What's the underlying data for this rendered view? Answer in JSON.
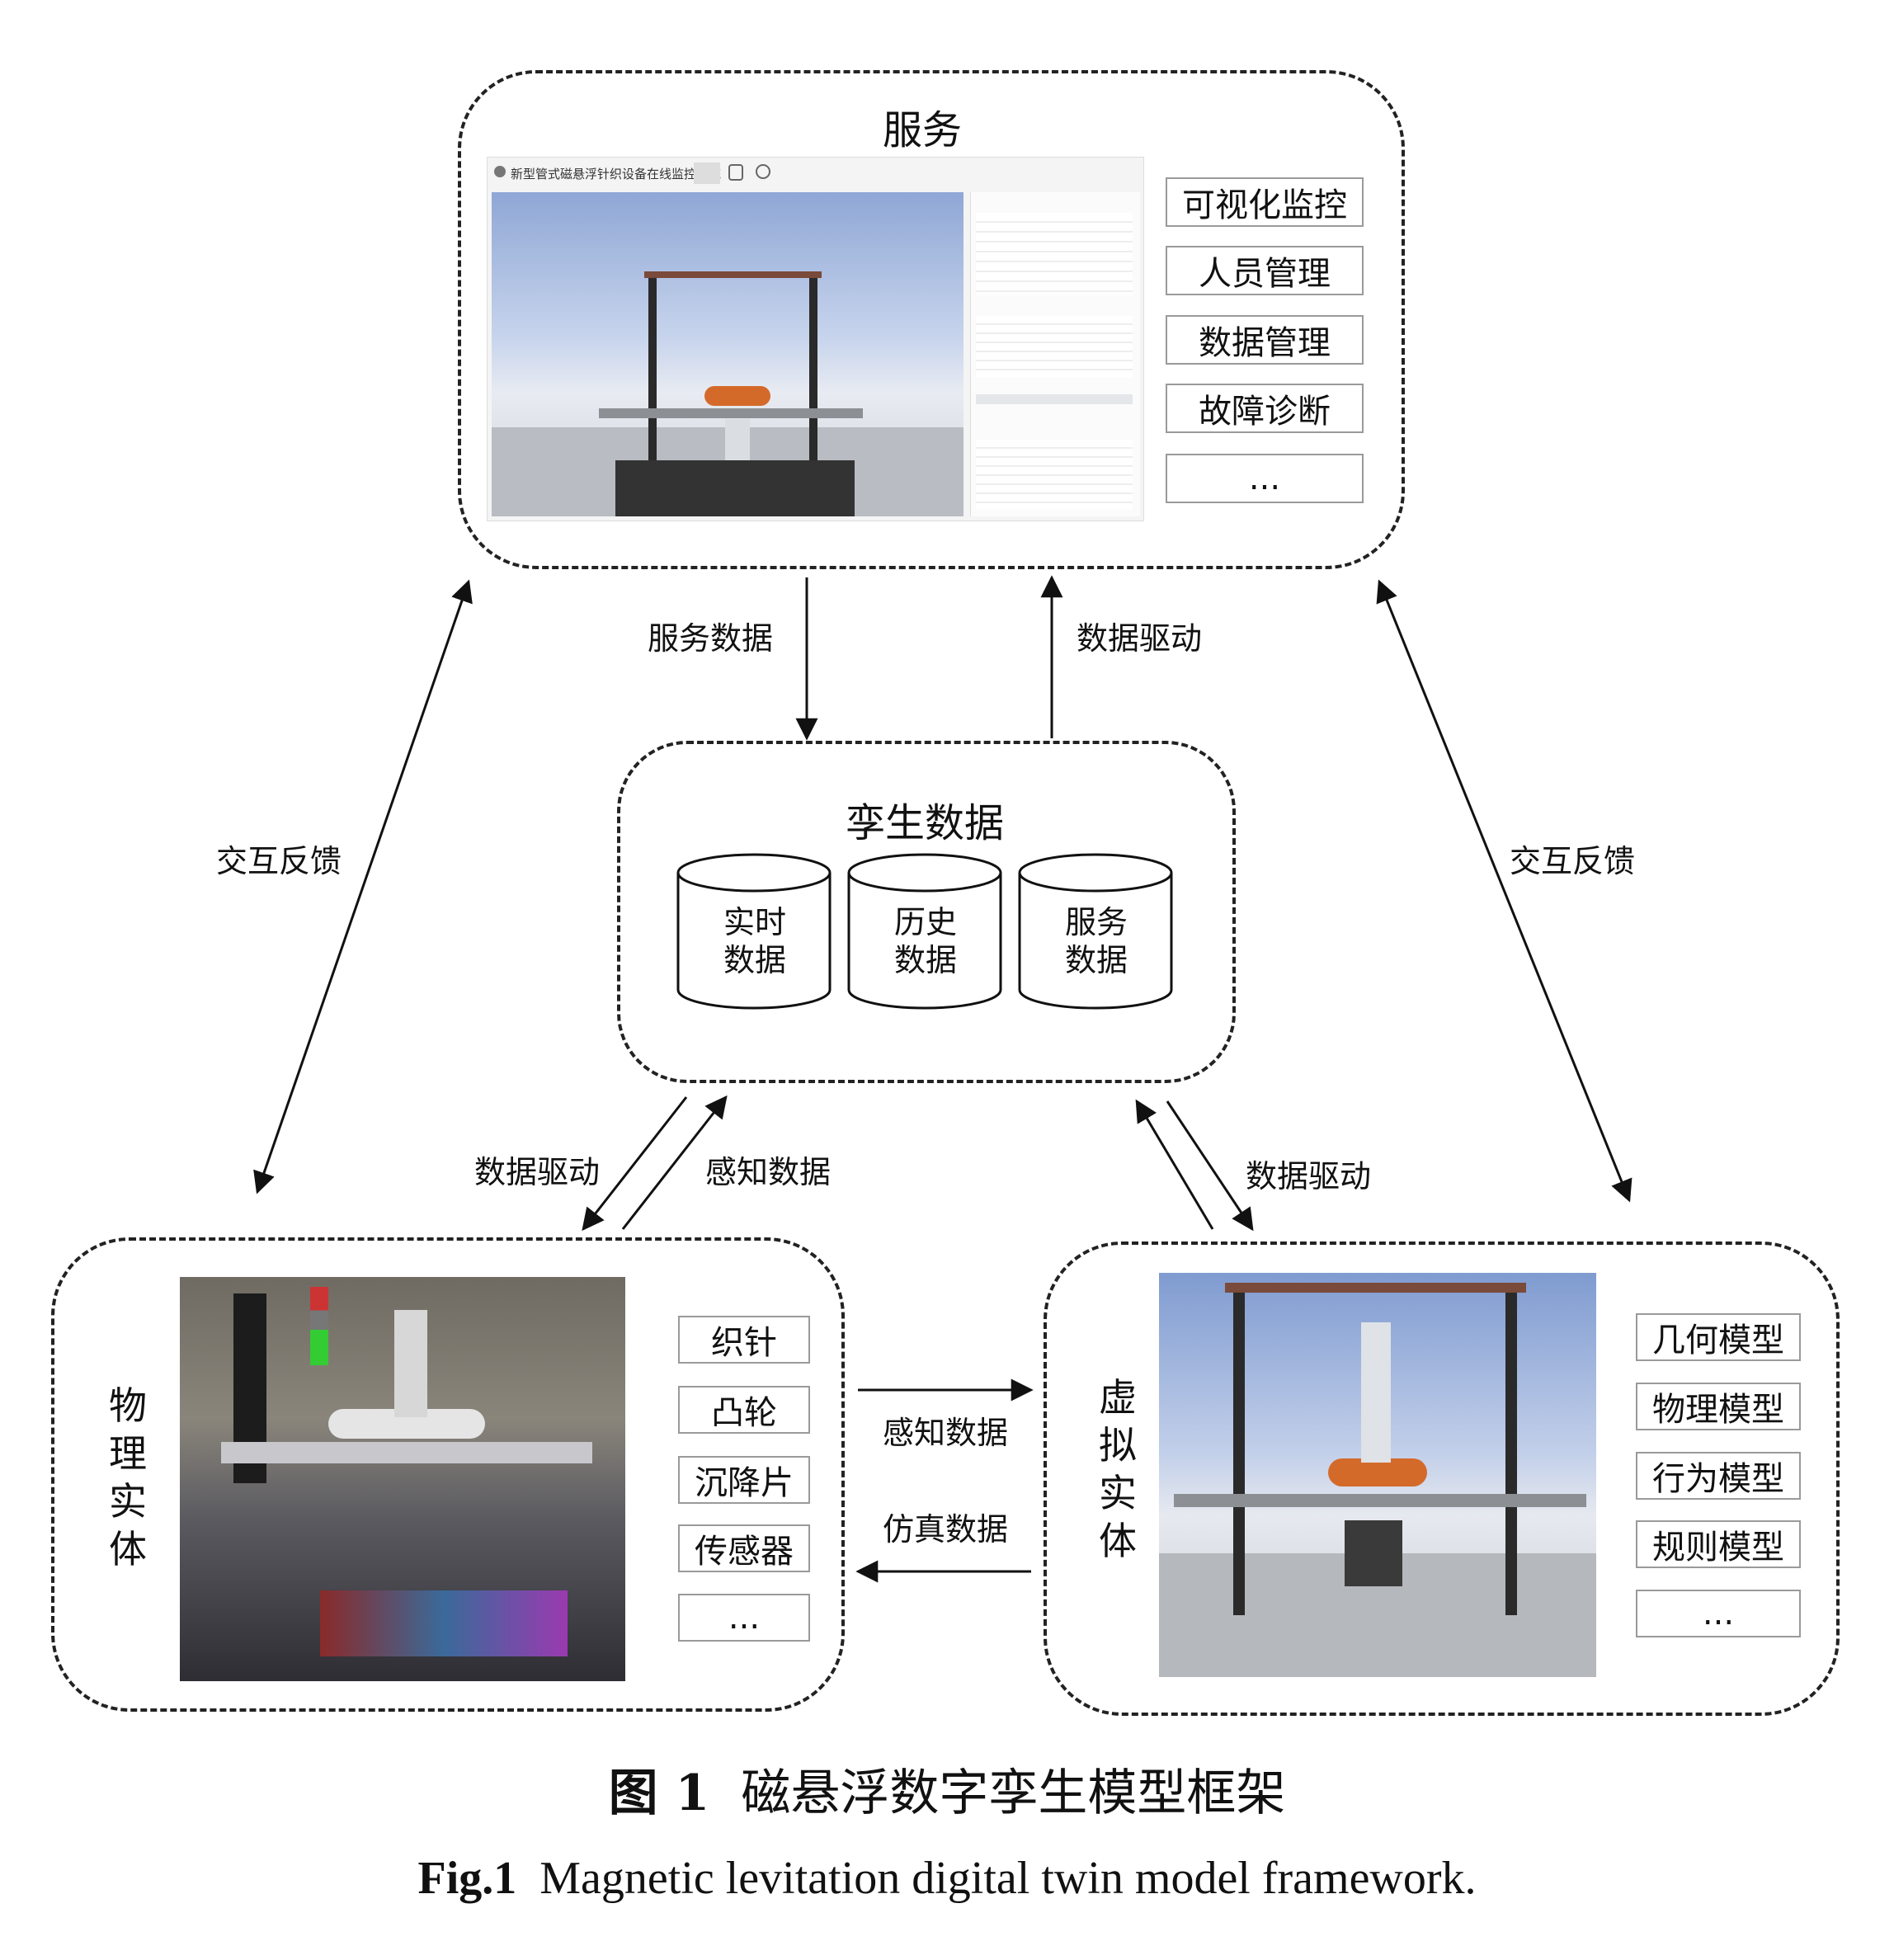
{
  "service": {
    "title": "服务",
    "screenshot_title": "新型管式磁悬浮针织设备在线监控系统",
    "functions": [
      "可视化监控",
      "人员管理",
      "数据管理",
      "故障诊断",
      "..."
    ]
  },
  "twin_data": {
    "title": "孪生数据",
    "stores": [
      {
        "line1": "实时",
        "line2": "数据"
      },
      {
        "line1": "历史",
        "line2": "数据"
      },
      {
        "line1": "服务",
        "line2": "数据"
      }
    ]
  },
  "physical": {
    "title_chars": [
      "物",
      "理",
      "实",
      "体"
    ],
    "components": [
      "织针",
      "凸轮",
      "沉降片",
      "传感器",
      "..."
    ]
  },
  "virtual": {
    "title_chars": [
      "虚",
      "拟",
      "实",
      "体"
    ],
    "models": [
      "几何模型",
      "物理模型",
      "行为模型",
      "规则模型",
      "..."
    ]
  },
  "edges": {
    "service_data": "服务数据",
    "data_drive_up": "数据驱动",
    "feedback_left": "交互反馈",
    "feedback_right": "交互反馈",
    "data_drive_left": "数据驱动",
    "sense_data_left": "感知数据",
    "data_drive_right": "数据驱动",
    "sense_data_bottom": "感知数据",
    "sim_data": "仿真数据"
  },
  "caption": {
    "cn_num": "图 1",
    "cn_text": "磁悬浮数字孪生模型框架",
    "en_num": "Fig.1",
    "en_text": "Magnetic levitation digital twin model framework."
  }
}
